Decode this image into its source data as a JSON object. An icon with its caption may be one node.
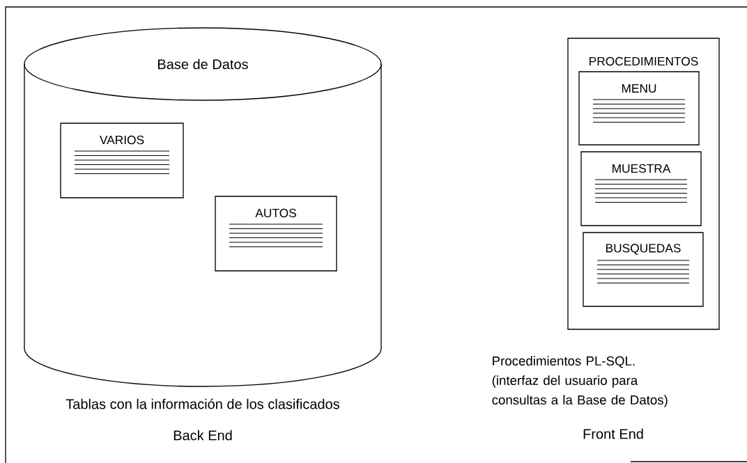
{
  "diagram": {
    "nodes": [
      {
        "text": [
          "Base de Datos"
        ],
        "beside": [
          "Tablas con la información de los clasificados",
          "Back End"
        ]
      },
      {
        "text": [
          "VARIOS"
        ],
        "in": 0
      },
      {
        "text": [
          "AUTOS"
        ],
        "in": 0
      },
      {
        "text": [
          "PROCEDIMIENTOS"
        ],
        "beside": [
          "Procedimientos PL-SQL. (interfaz del usuario para consultas a la Base de Datos)",
          "Front End"
        ]
      },
      {
        "text": [
          "MENU"
        ],
        "in": 3
      },
      {
        "text": [
          "MUESTRA"
        ],
        "in": 3
      },
      {
        "text": [
          "BUSQUEDAS"
        ],
        "in": 3
      }
    ],
    "edges": []
  }
}
